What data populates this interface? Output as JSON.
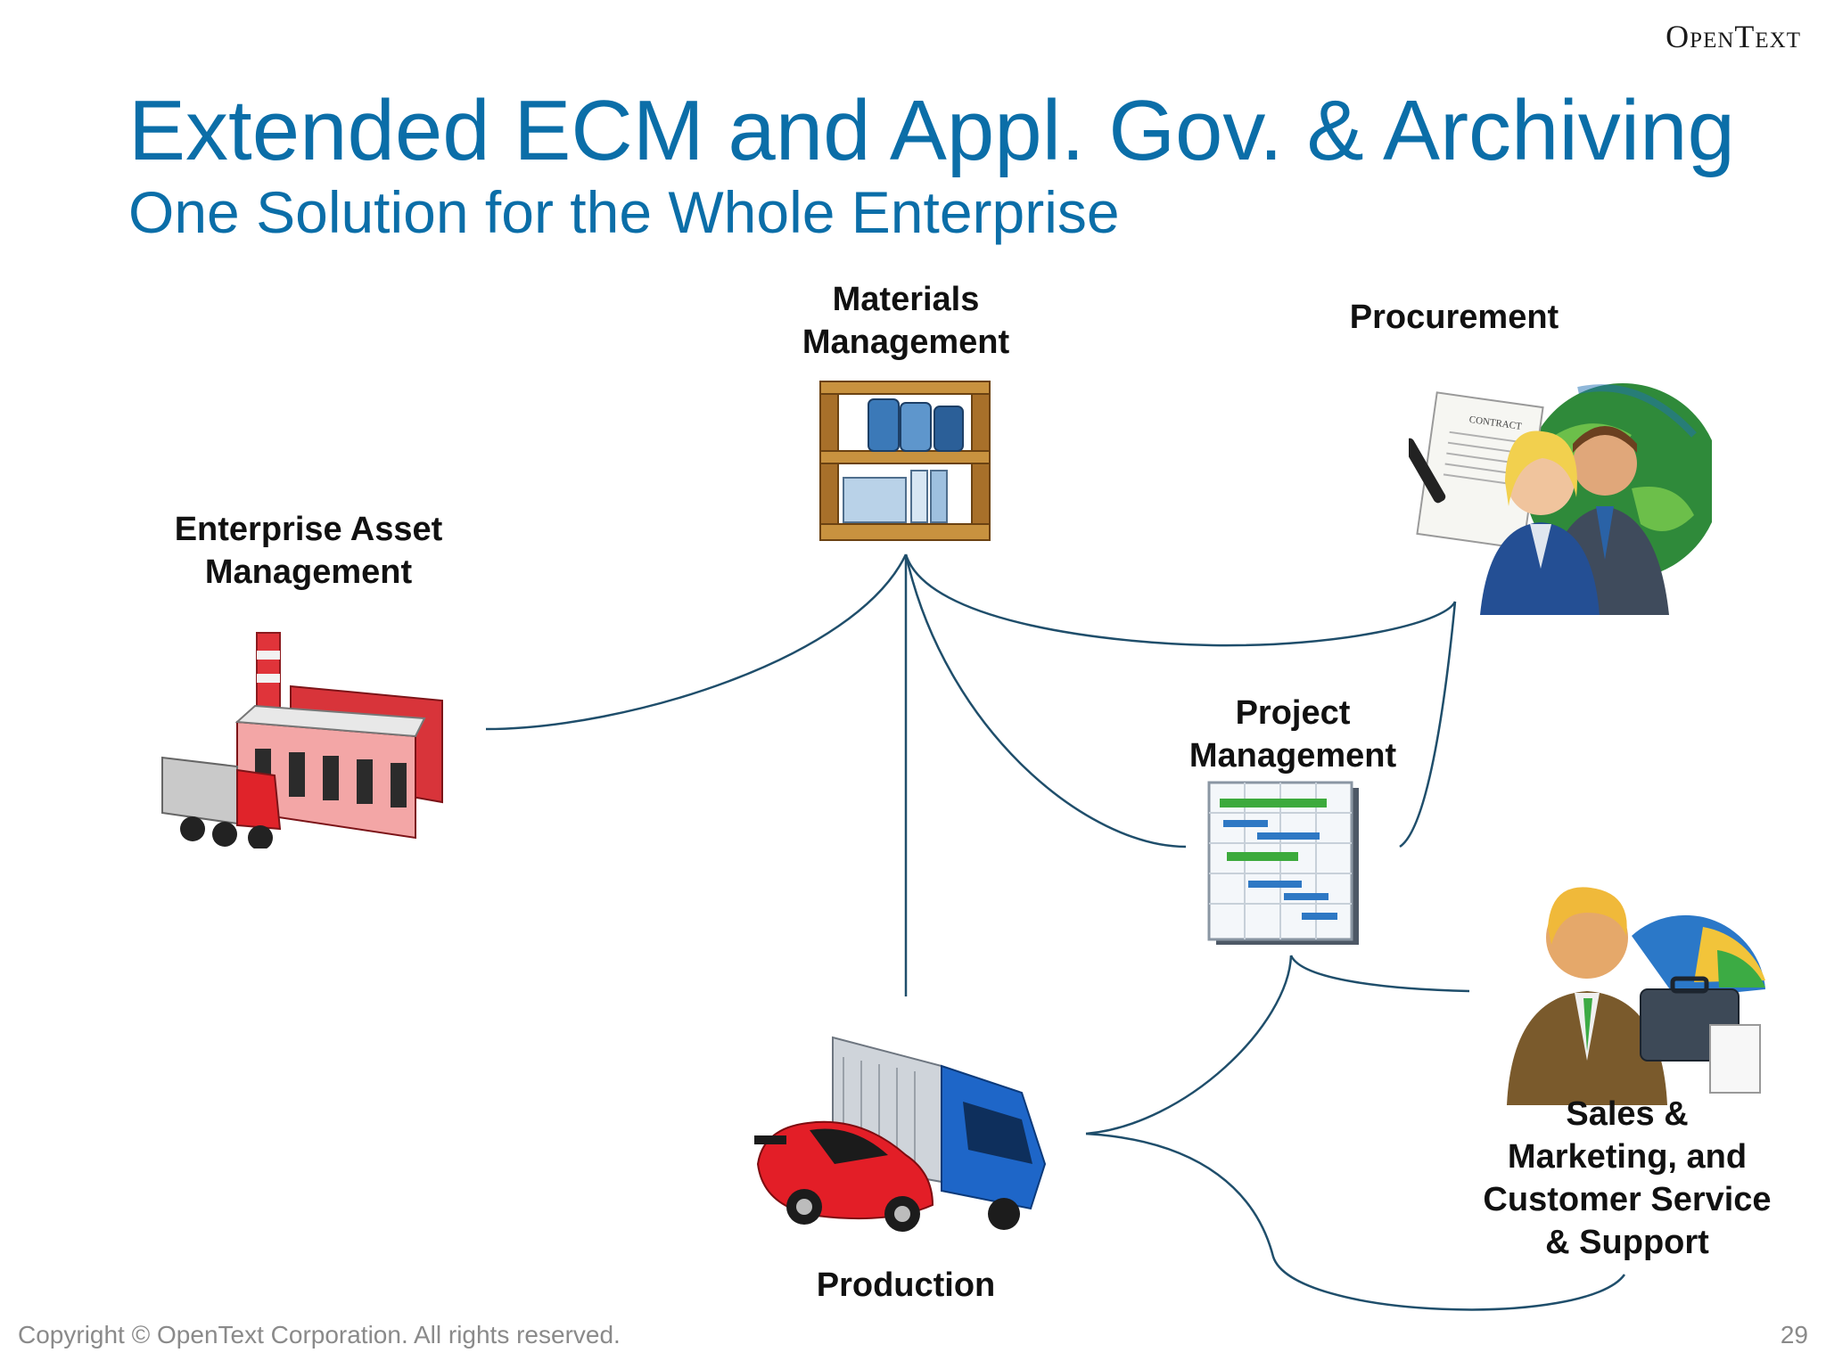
{
  "brand": {
    "logo": "OpenText"
  },
  "header": {
    "title": "Extended ECM and Appl. Gov. & Archiving",
    "subtitle": "One Solution for the Whole Enterprise"
  },
  "nodes": {
    "materials": "Materials\nManagement",
    "procurement": "Procurement",
    "enterprise_asset": "Enterprise Asset\nManagement",
    "project": "Project\nManagement",
    "sales": "Sales &\nMarketing, and\nCustomer Service\n& Support",
    "production": "Production"
  },
  "icons": {
    "materials": "warehouse-shelf-icon",
    "procurement": "contract-business-people-globe-icon",
    "enterprise_asset": "factory-truck-icon",
    "project": "gantt-chart-icon",
    "sales": "businessman-briefcase-pie-chart-icon",
    "production": "car-and-truck-icon"
  },
  "contract_text": "CONTRACT",
  "footer": {
    "copyright": "Copyright © OpenText Corporation. All rights reserved.",
    "page": "29"
  },
  "colors": {
    "accent": "#0b6ea8",
    "connector": "#1f4e6b"
  }
}
